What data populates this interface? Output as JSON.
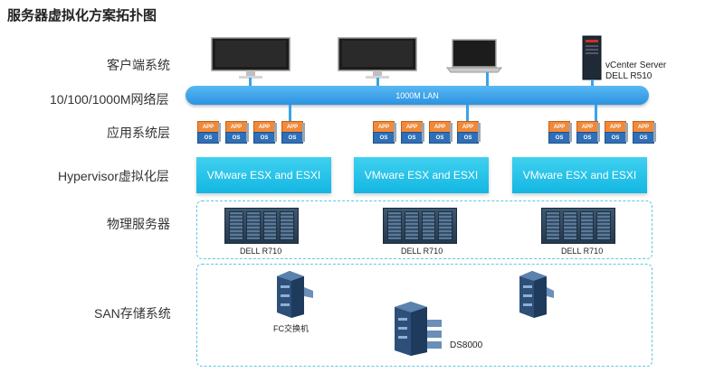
{
  "title": "服务器虚拟化方案拓扑图",
  "layers": {
    "clients": "客户端系统",
    "network": "10/100/1000M网络层",
    "apps": "应用系统层",
    "hypervisor": "Hypervisor虚拟化层",
    "physical": "物理服务器",
    "san": "SAN存储系统"
  },
  "lan_label": "1000M LAN",
  "vcenter": {
    "line1": "vCenter Server",
    "line2": "DELL R510"
  },
  "app_cube": {
    "top": "APP",
    "bottom": "OS"
  },
  "hypervisor_boxes": [
    "VMware ESX and ESXI",
    "VMware ESX and ESXI",
    "VMware ESX and ESXI"
  ],
  "servers": [
    "DELL R710",
    "DELL R710",
    "DELL R710"
  ],
  "storage": {
    "fc_switch": "FC交换机",
    "array": "DS8000"
  },
  "colors": {
    "lan": "#2b93e1",
    "hypervisor": "#13b7e3",
    "app_top": "#f08a3a",
    "app_bottom": "#2f6fb8",
    "dashed": "#5fc8e2"
  }
}
